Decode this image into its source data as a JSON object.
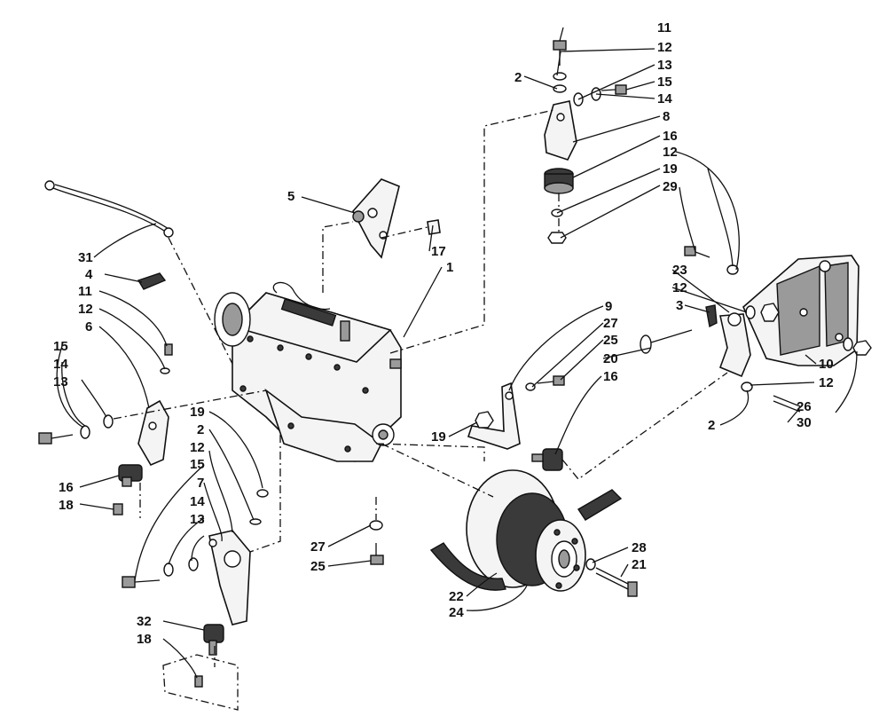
{
  "callouts": {
    "c1": "1",
    "c2a": "2",
    "c2b": "2",
    "c2c": "2",
    "c3": "3",
    "c4": "4",
    "c5": "5",
    "c6": "6",
    "c7": "7",
    "c8": "8",
    "c9": "9",
    "c10": "10",
    "c11a": "11",
    "c11b": "11",
    "c12a": "12",
    "c12b": "12",
    "c12c": "12",
    "c12d": "12",
    "c12e": "12",
    "c12f": "12",
    "c13a": "13",
    "c13b": "13",
    "c13c": "13",
    "c14a": "14",
    "c14b": "14",
    "c14c": "14",
    "c15a": "15",
    "c15b": "15",
    "c15c": "15",
    "c16a": "16",
    "c16b": "16",
    "c16c": "16",
    "c17": "17",
    "c18a": "18",
    "c18b": "18",
    "c19a": "19",
    "c19b": "19",
    "c19c": "19",
    "c20": "20",
    "c21": "21",
    "c22": "22",
    "c23": "23",
    "c24": "24",
    "c25a": "25",
    "c25b": "25",
    "c26": "26",
    "c27a": "27",
    "c27b": "27",
    "c28": "28",
    "c29": "29",
    "c30": "30",
    "c31": "31",
    "c32": "32"
  }
}
